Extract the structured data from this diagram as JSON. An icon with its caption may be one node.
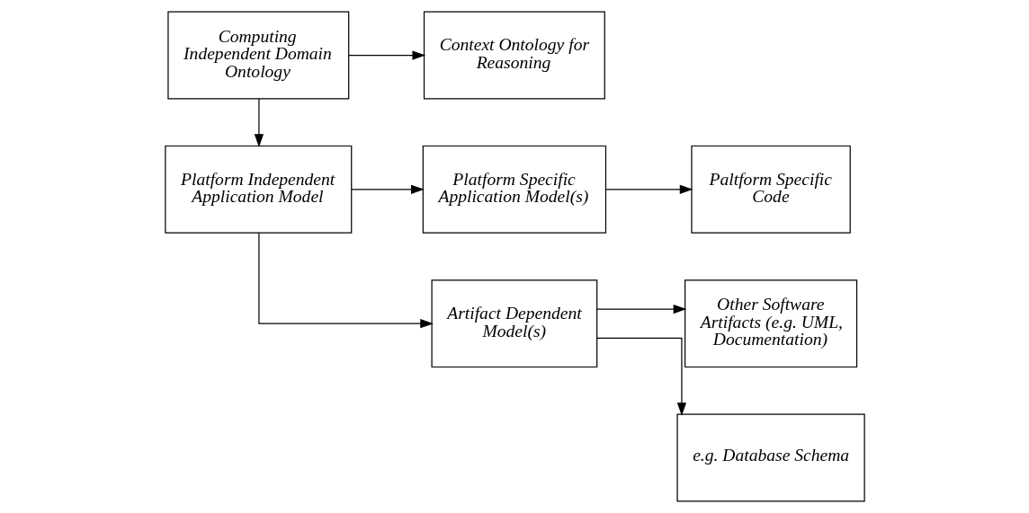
{
  "diagram": {
    "nodes": [
      {
        "text": [
          "Platform Independent Application Model"
        ]
      },
      {
        "text": [
          "Platform Specific Application Model(s)"
        ]
      },
      {
        "text": [
          "Paltform Specific Code"
        ]
      },
      {
        "text": [
          "Artifact Dependent Model(s)"
        ]
      },
      {
        "text": [
          "e.g. Database Schema"
        ]
      },
      {
        "text": [
          "Computing Independent Domain Ontology"
        ]
      },
      {
        "text": [
          "Context Ontology for Reasoning"
        ]
      },
      {
        "text": [
          "Other Software Artifacts (e.g. UML, Documentation)"
        ]
      }
    ],
    "edges": [
      {
        "from": 0,
        "to": 1,
        "arrow": "to"
      },
      {
        "from": 0,
        "to": 3,
        "arrow": "to"
      },
      {
        "from": 1,
        "to": 2,
        "arrow": "to"
      },
      {
        "from": 3,
        "to": 4,
        "arrow": "to"
      },
      {
        "from": 3,
        "to": 7,
        "arrow": "to"
      },
      {
        "from": 5,
        "to": 0,
        "arrow": "to"
      },
      {
        "from": 5,
        "to": 6,
        "arrow": "to"
      }
    ]
  }
}
